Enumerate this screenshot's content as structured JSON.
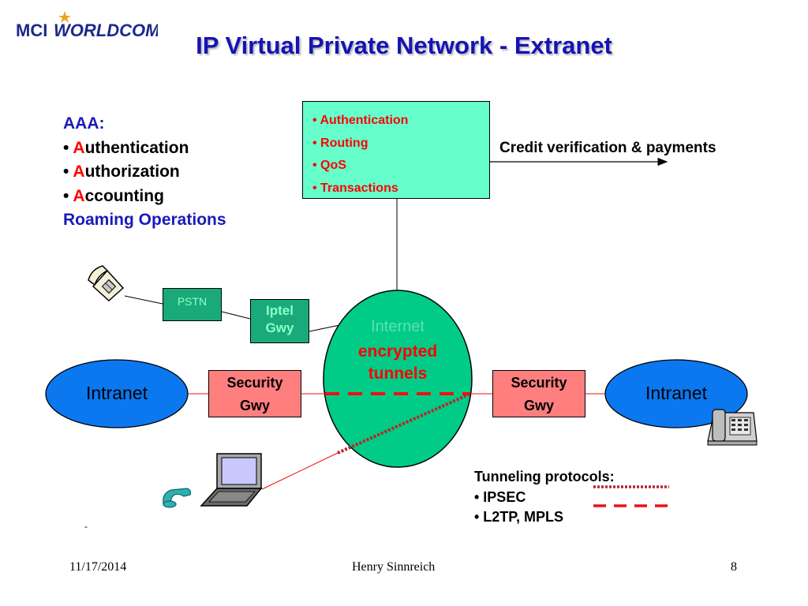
{
  "logo": {
    "text_left": "MCI",
    "text_right": "WORLDCOM"
  },
  "title": "IP Virtual Private Network - Extranet",
  "aaa": {
    "heading": "AAA:",
    "items": [
      {
        "bullet": "• ",
        "first": "A",
        "rest": "uthentication"
      },
      {
        "bullet": "• ",
        "first": "A",
        "rest": "uthorization"
      },
      {
        "bullet": "• ",
        "first": "A",
        "rest": "ccounting"
      }
    ],
    "roaming": "Roaming Operations"
  },
  "services": [
    "• Authentication",
    "• Routing",
    "• QoS",
    "• Transactions"
  ],
  "credit": "Credit verification & payments",
  "pstn": "PSTN",
  "iptel": {
    "line1": "Iptel",
    "line2": "Gwy"
  },
  "internet": {
    "line1": "Internet",
    "line2": "encrypted",
    "line3": "tunnels"
  },
  "security_left": {
    "line1": "Security",
    "line2": "Gwy"
  },
  "security_right": {
    "line1": "Security",
    "line2": "Gwy"
  },
  "intranet_left": "Intranet",
  "intranet_right": "Intranet",
  "tunneling": {
    "heading": "Tunneling protocols:",
    "items": [
      "• IPSEC",
      "• L2TP, MPLS"
    ]
  },
  "small_mark": "-",
  "footer": {
    "date": "11/17/2014",
    "author": "Henry Sinnreich",
    "page": "8"
  },
  "colors": {
    "title": "#1414b4",
    "service_box": "#66ffcc",
    "gateway_gray": "#1aaa7a",
    "security_gwy": "#ff7f7f",
    "intranet": "#0b78f0",
    "internet": "#00cc88",
    "tunnel_red": "#ee1111",
    "dotted_tunnel": "#b42828"
  }
}
